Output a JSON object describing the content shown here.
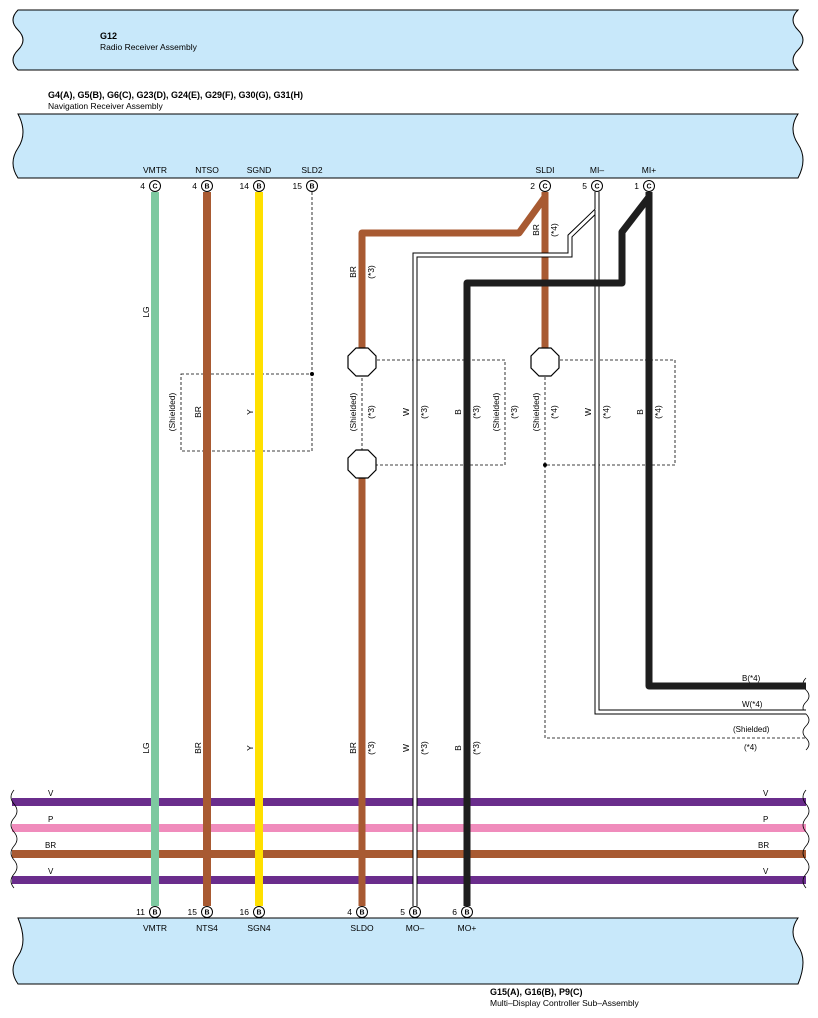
{
  "colors": {
    "LG": "#7dc9a0",
    "BR": "#a85a32",
    "Y": "#ffe000",
    "B": "#1e1e1e",
    "W": "#ffffff",
    "V": "#6a2d8c",
    "P": "#f08cbc",
    "panel_fill": "#c8e8fa"
  },
  "components": {
    "radio": {
      "name": "G12",
      "desc": "Radio Receiver Assembly"
    },
    "nav": {
      "name": "G4(A), G5(B), G6(C), G23(D), G24(E), G29(F), G30(G), G31(H)",
      "desc": "Navigation Receiver Assembly"
    },
    "mdc": {
      "name": "G15(A), G16(B), P9(C)",
      "desc": "Multi–Display Controller Sub–Assembly"
    }
  },
  "top_pins": [
    {
      "name": "VMTR",
      "num": "4",
      "conn": "C"
    },
    {
      "name": "NTSO",
      "num": "4",
      "conn": "B"
    },
    {
      "name": "SGND",
      "num": "14",
      "conn": "B"
    },
    {
      "name": "SLD2",
      "num": "15",
      "conn": "B"
    },
    {
      "name": "SLDI",
      "num": "2",
      "conn": "C"
    },
    {
      "name": "MI–",
      "num": "5",
      "conn": "C"
    },
    {
      "name": "MI+",
      "num": "1",
      "conn": "C"
    }
  ],
  "bottom_pins": [
    {
      "name": "VMTR",
      "num": "11",
      "conn": "B"
    },
    {
      "name": "NTS4",
      "num": "15",
      "conn": "B"
    },
    {
      "name": "SGN4",
      "num": "16",
      "conn": "B"
    },
    {
      "name": "SLDO",
      "num": "4",
      "conn": "B"
    },
    {
      "name": "MO–",
      "num": "5",
      "conn": "B"
    },
    {
      "name": "MO+",
      "num": "6",
      "conn": "B"
    }
  ],
  "labels": {
    "lg": "LG",
    "br": "BR",
    "y": "Y",
    "w": "W",
    "b": "B",
    "shielded": "(Shielded)",
    "star3": "(*3)",
    "star4": "(*4)",
    "b_star4": "B(*4)",
    "w_star4": "W(*4)"
  },
  "bus_wires": [
    {
      "label": "V",
      "color": "V"
    },
    {
      "label": "P",
      "color": "P"
    },
    {
      "label": "BR",
      "color": "BR"
    },
    {
      "label": "V",
      "color": "V"
    }
  ]
}
